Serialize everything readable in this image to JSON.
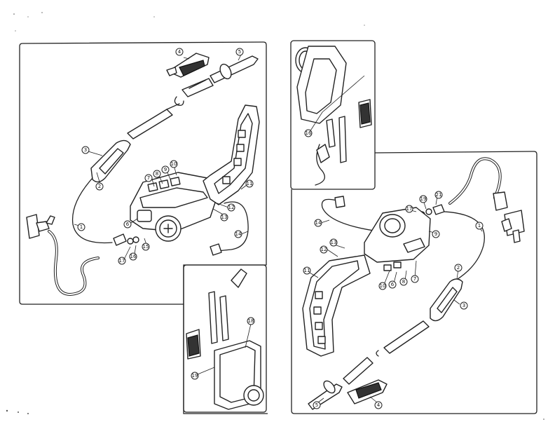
{
  "callouts": [
    {
      "id": "c1",
      "label": "1"
    },
    {
      "id": "c2",
      "label": "2"
    },
    {
      "id": "c3",
      "label": "3"
    },
    {
      "id": "c4",
      "label": "4"
    },
    {
      "id": "c5",
      "label": "5"
    },
    {
      "id": "c6",
      "label": "6"
    },
    {
      "id": "c7",
      "label": "7"
    },
    {
      "id": "c8",
      "label": "8"
    },
    {
      "id": "c9",
      "label": "9"
    },
    {
      "id": "c10",
      "label": "10"
    },
    {
      "id": "c11",
      "label": "11"
    },
    {
      "id": "c12",
      "label": "12"
    },
    {
      "id": "c13",
      "label": "13"
    },
    {
      "id": "c14",
      "label": "14"
    },
    {
      "id": "c15",
      "label": "15"
    },
    {
      "id": "c16",
      "label": "16"
    },
    {
      "id": "c17",
      "label": "17"
    },
    {
      "id": "c18",
      "label": "18"
    },
    {
      "id": "c19",
      "label": "19"
    },
    {
      "id": "c16b",
      "label": "16"
    },
    {
      "id": "r21",
      "label": "21"
    },
    {
      "id": "r19",
      "label": "19"
    },
    {
      "id": "r17",
      "label": "17"
    },
    {
      "id": "r9",
      "label": "9"
    },
    {
      "id": "r1",
      "label": "1"
    },
    {
      "id": "r14",
      "label": "14"
    },
    {
      "id": "r13",
      "label": "13"
    },
    {
      "id": "r12",
      "label": "12"
    },
    {
      "id": "r11",
      "label": "11"
    },
    {
      "id": "r10",
      "label": "10"
    },
    {
      "id": "r6",
      "label": "6"
    },
    {
      "id": "r8",
      "label": "8"
    },
    {
      "id": "r7",
      "label": "7"
    },
    {
      "id": "r2",
      "label": "2"
    },
    {
      "id": "r3",
      "label": "3"
    },
    {
      "id": "r5",
      "label": "5"
    },
    {
      "id": "r4",
      "label": "4"
    }
  ]
}
